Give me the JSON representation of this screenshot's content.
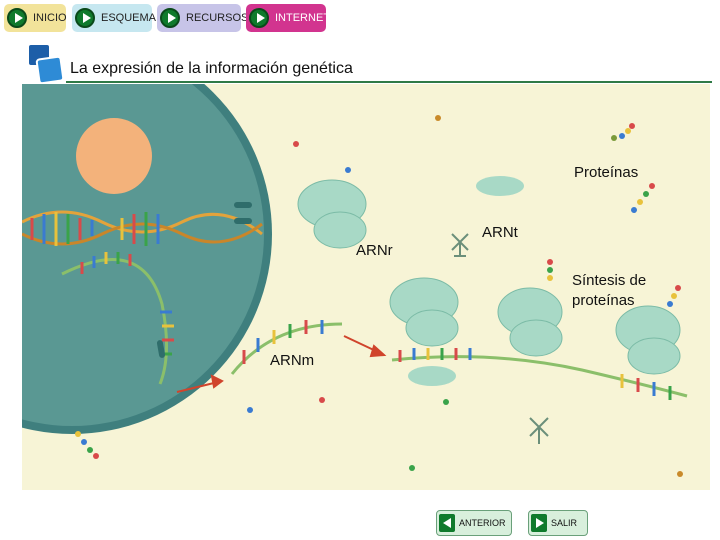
{
  "nav": {
    "inicio": "INICIO",
    "esquema": "ESQUEMA",
    "recursos": "RECURSOS",
    "internet": "INTERNET"
  },
  "header": {
    "title": "La expresión de la información genética"
  },
  "diagram": {
    "labels": {
      "proteinas": "Proteínas",
      "arnt": "ARNt",
      "arnr": "ARNr",
      "sintesis_line1": "Síntesis de",
      "sintesis_line2": "proteínas",
      "arnm": "ARNm"
    }
  },
  "footer": {
    "anterior": "ANTERIOR",
    "salir": "SALIR"
  },
  "colors": {
    "accent_green": "#0f7a2c",
    "nav_inicio": "#f2e39a",
    "nav_esquema": "#c6e7f0",
    "nav_recursos": "#c7c4e8",
    "nav_internet": "#d2348f",
    "title_rule": "#2f7a46",
    "scene_bg": "#f7f4d6",
    "cell": "#4f8a88",
    "nucleolus": "#f2b07a",
    "ribosome": "#a8d9c6",
    "arrow": "#d0442c"
  }
}
